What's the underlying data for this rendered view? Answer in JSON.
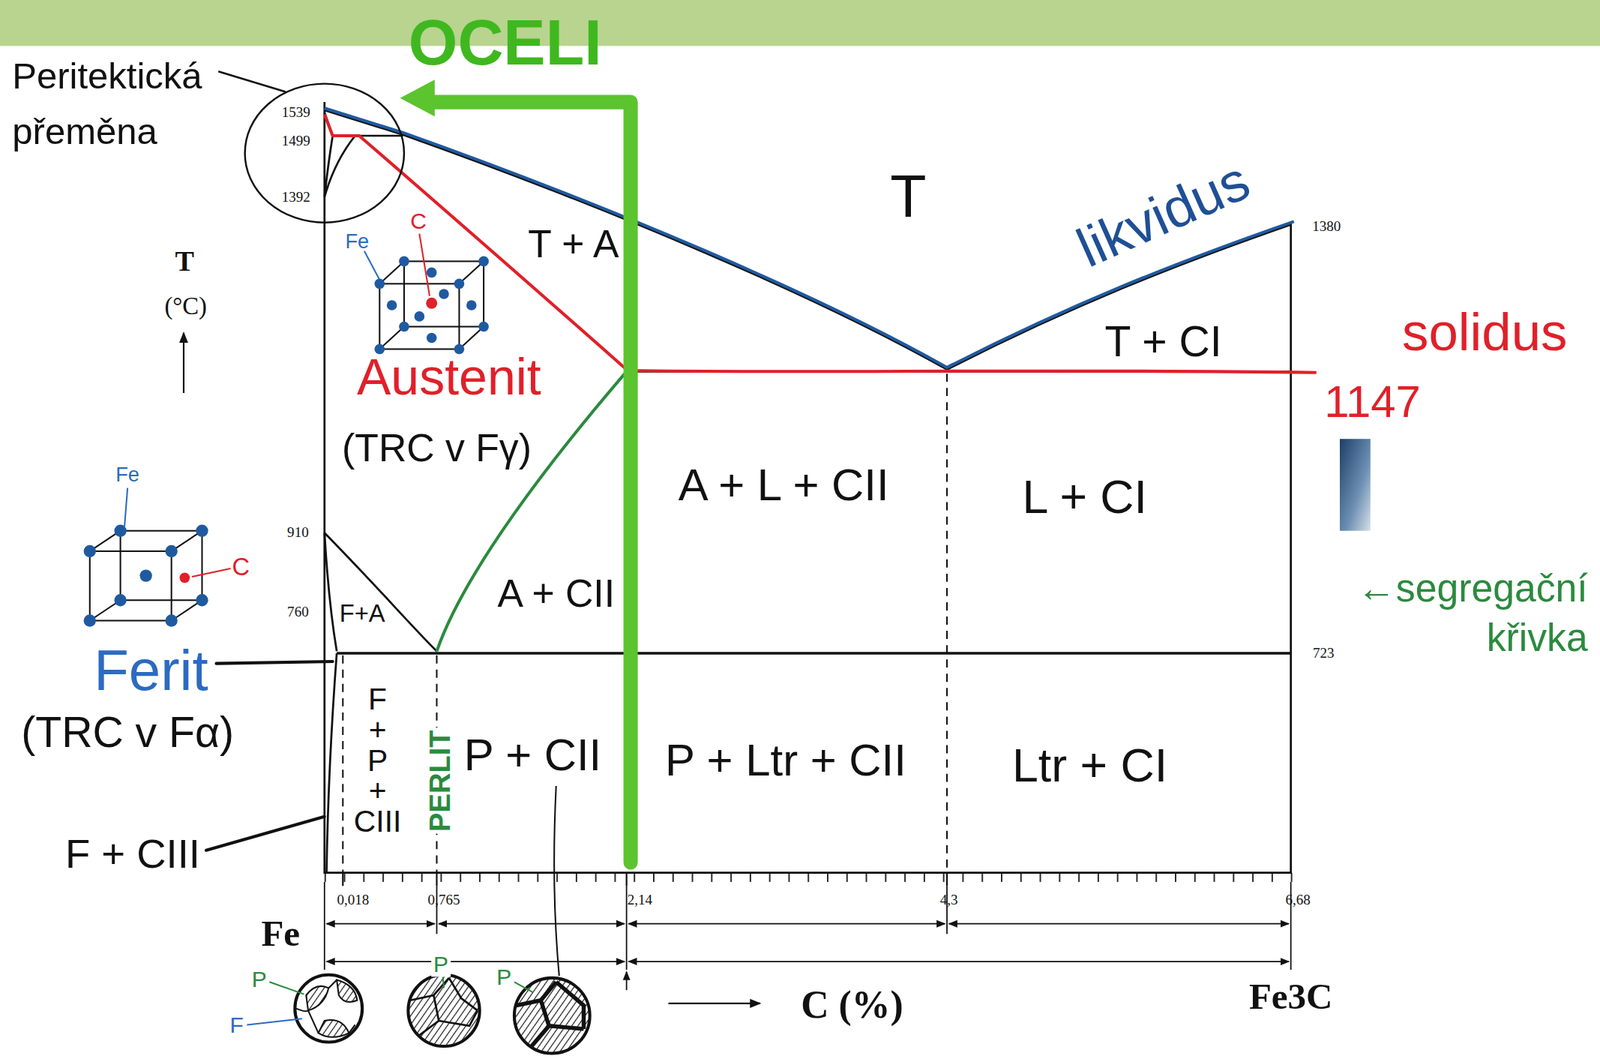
{
  "diagram": {
    "labels": [
      "OCELI",
      "Peritektická přeměna",
      "1539",
      "1499",
      "1392",
      "T",
      "T + A",
      "likvidus",
      "1380",
      "T + CI",
      "solidus",
      "1147",
      "Fe",
      "C",
      "Austenit",
      "(TRC v Fγ)",
      "A + L + CII",
      "L + CI",
      "910",
      "Fe",
      "C",
      "A + CII",
      "760",
      "F+A",
      "←segregační křivka",
      "Ferit",
      "723",
      "(TRC v Fα)",
      "F + P + CIII",
      "PERLIT",
      "P + CII",
      "P + Ltr + CII",
      "Ltr + CI",
      "F + CIII",
      "0,018",
      "0,765",
      "2,14",
      "4,3",
      "6,68",
      "Fe",
      "T",
      "(°C)",
      "C (%)",
      "Fe3C",
      "P",
      "F",
      "P",
      "P"
    ]
  }
}
